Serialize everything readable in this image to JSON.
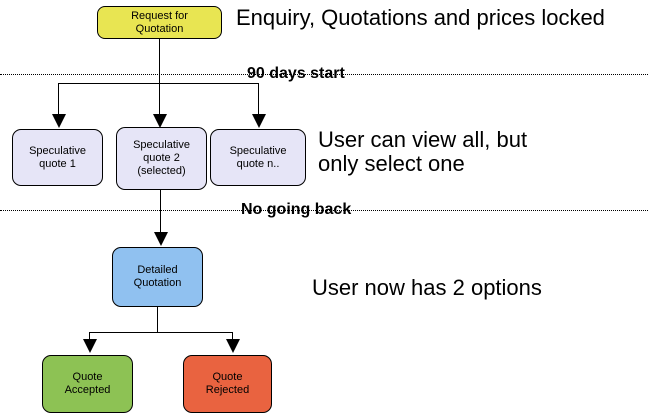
{
  "diagram": {
    "nodes": {
      "request": {
        "label": "Request for\nQuotation",
        "fill": "#e8e552"
      },
      "spec1": {
        "label": "Speculative\nquote 1",
        "fill": "#e6e5f7"
      },
      "spec2": {
        "label": "Speculative\nquote 2\n(selected)",
        "fill": "#e6e5f7"
      },
      "specn": {
        "label": "Speculative\nquote n..",
        "fill": "#e6e5f7"
      },
      "detailed": {
        "label": "Detailed\nQuotation",
        "fill": "#90c1f0"
      },
      "accepted": {
        "label": "Quote\nAccepted",
        "fill": "#8dc254"
      },
      "rejected": {
        "label": "Quote\nRejected",
        "fill": "#e96340"
      }
    },
    "dividers": {
      "d1": {
        "label": "90 days start"
      },
      "d2": {
        "label": "No going back"
      }
    },
    "annotations": {
      "top": "Enquiry, Quotations and prices locked",
      "middle": "User can view all, but\nonly select one",
      "bottom": "User now has 2 options"
    },
    "line_color": "#000000"
  }
}
